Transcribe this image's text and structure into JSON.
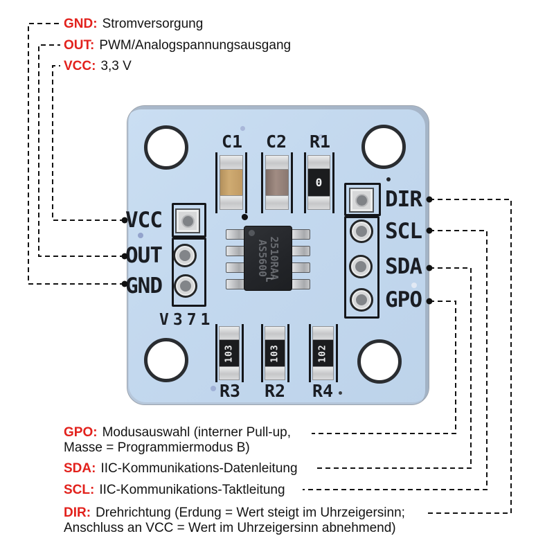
{
  "colors": {
    "red_label": "#e2211c",
    "text_black": "#131313",
    "board_blue": "#c3d8ee",
    "silkscreen": "#1a1d23",
    "chip_black": "#232529"
  },
  "annotations": {
    "top": [
      {
        "pin": "GND",
        "desc": "Stromversorgung"
      },
      {
        "pin": "OUT",
        "desc": "PWM/Analogspannungsausgang"
      },
      {
        "pin": "VCC",
        "desc": "3,3 V"
      }
    ],
    "bottom": [
      {
        "pin": "GPO",
        "line1": "Modusauswahl (interner Pull-up,",
        "line2": "Masse = Programmiermodus B)"
      },
      {
        "pin": "SDA",
        "line1": "IIC-Kommunikations-Datenleitung"
      },
      {
        "pin": "SCL",
        "line1": "IIC-Kommunikations-Taktleitung"
      },
      {
        "pin": "DIR",
        "line1": "Drehrichtung (Erdung = Wert steigt im Uhrzeigersinn;",
        "line2": "Anschluss an VCC = Wert im Uhrzeigersinn abnehmend)"
      }
    ]
  },
  "board": {
    "left_pins": [
      "VCC",
      "OUT",
      "GND"
    ],
    "right_pins": [
      "DIR",
      "SCL",
      "SDA",
      "GPO"
    ],
    "top_components": [
      "C1",
      "C2",
      "R1"
    ],
    "bottom_components": [
      "R3",
      "R2",
      "R4"
    ],
    "markings": {
      "r1": "0",
      "r3": "103",
      "r2": "103",
      "r4": "102"
    },
    "ic": {
      "part": "AS5600",
      "batch": "2510RAA",
      "suffix": "L"
    },
    "version": "V371"
  }
}
